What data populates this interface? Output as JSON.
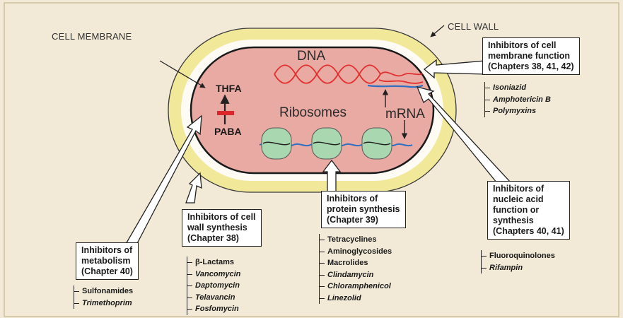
{
  "labels": {
    "cell_membrane": "CELL MEMBRANE",
    "cell_wall": "CELL WALL",
    "dna": "DNA",
    "ribosomes": "Ribosomes",
    "mrna": "mRNA",
    "thfa": "THFA",
    "paba": "PABA"
  },
  "boxes": {
    "membrane": [
      "Inhibitors of cell",
      "membrane function",
      "(Chapters 38, 41, 42)"
    ],
    "nucleic": [
      "Inhibitors of",
      "nucleic acid",
      "function or",
      "synthesis",
      "(Chapters 40, 41)"
    ],
    "protein": [
      "Inhibitors of",
      "protein synthesis",
      "(Chapter 39)"
    ],
    "wall": [
      "Inhibitors of cell",
      "wall synthesis",
      "(Chapter 38)"
    ],
    "metabolism": [
      "Inhibitors of",
      "metabolism",
      "(Chapter 40)"
    ]
  },
  "drugs": {
    "membrane": [
      {
        "name": "Isoniazid",
        "italic": true
      },
      {
        "name": "Amphotericin B",
        "italic": true
      },
      {
        "name": "Polymyxins",
        "italic": true
      }
    ],
    "nucleic": [
      {
        "name": "Fluoroquinolones",
        "italic": false
      },
      {
        "name": "Rifampin",
        "italic": true
      }
    ],
    "protein": [
      {
        "name": "Tetracyclines",
        "italic": false
      },
      {
        "name": "Aminoglycosides",
        "italic": false
      },
      {
        "name": "Macrolides",
        "italic": false
      },
      {
        "name": "Clindamycin",
        "italic": true
      },
      {
        "name": "Chloramphenicol",
        "italic": true
      },
      {
        "name": "Linezolid",
        "italic": true
      }
    ],
    "wall": [
      {
        "name": "β-Lactams",
        "italic": false
      },
      {
        "name": "Vancomycin",
        "italic": true
      },
      {
        "name": "Daptomycin",
        "italic": true
      },
      {
        "name": "Telavancin",
        "italic": true
      },
      {
        "name": "Fosfomycin",
        "italic": true
      }
    ],
    "metabolism": [
      {
        "name": "Sulfonamides",
        "italic": false
      },
      {
        "name": "Trimethoprim",
        "italic": true
      }
    ]
  },
  "colors": {
    "background": "#f2ead7",
    "cell_wall": "#f1e89a",
    "cytoplasm": "#e9aaa3",
    "dna": "#e0302f",
    "mrna": "#2e6fc1",
    "ribosome": "#a9d7b0",
    "block_bar": "#d9272e"
  }
}
